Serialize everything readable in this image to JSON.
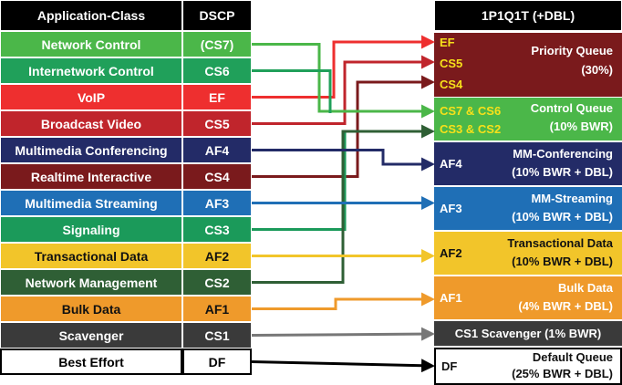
{
  "headers": {
    "app": "Application-Class",
    "dscp": "DSCP",
    "queue": "1P1Q1T (+DBL)"
  },
  "classes": [
    {
      "name": "Network Control",
      "dscp": "(CS7)",
      "color": "#4bb749"
    },
    {
      "name": "Internetwork Control",
      "dscp": "CS6",
      "color": "#20a05a"
    },
    {
      "name": "VoIP",
      "dscp": "EF",
      "color": "#ee2f2f"
    },
    {
      "name": "Broadcast Video",
      "dscp": "CS5",
      "color": "#c0252c"
    },
    {
      "name": "Multimedia Conferencing",
      "dscp": "AF4",
      "color": "#232b67"
    },
    {
      "name": "Realtime Interactive",
      "dscp": "CS4",
      "color": "#7a1a1c"
    },
    {
      "name": "Multimedia Streaming",
      "dscp": "AF3",
      "color": "#1f6fb6"
    },
    {
      "name": "Signaling",
      "dscp": "CS3",
      "color": "#1b9a5a"
    },
    {
      "name": "Transactional Data",
      "dscp": "AF2",
      "color": "#f2c52a"
    },
    {
      "name": "Network Management",
      "dscp": "CS2",
      "color": "#2f5f35"
    },
    {
      "name": "Bulk Data",
      "dscp": "AF1",
      "color": "#ef9a2b"
    },
    {
      "name": "Scavenger",
      "dscp": "CS1",
      "color": "#3a3a3a"
    },
    {
      "name": "Best Effort",
      "dscp": "DF",
      "color": "#ffffff"
    }
  ],
  "queues": {
    "priority": {
      "codes": [
        "EF",
        "CS5",
        "CS4"
      ],
      "title": "Priority Queue",
      "detail": "(30%)",
      "color": "#7a1a1c"
    },
    "control": {
      "codes": [
        "CS7 & CS6",
        "CS3 & CS2"
      ],
      "title": "Control Queue",
      "detail": "(10% BWR)",
      "color": "#4bb749"
    },
    "af4": {
      "code": "AF4",
      "title": "MM-Conferencing",
      "detail": "(10% BWR + DBL)",
      "color": "#232b67"
    },
    "af3": {
      "code": "AF3",
      "title": "MM-Streaming",
      "detail": "(10% BWR + DBL)",
      "color": "#1f6fb6"
    },
    "af2": {
      "code": "AF2",
      "title": "Transactional Data",
      "detail": "(10% BWR + DBL)",
      "color": "#f2c52a"
    },
    "af1": {
      "code": "AF1",
      "title": "Bulk Data",
      "detail": "(4% BWR + DBL)",
      "color": "#ef9a2b"
    },
    "scavenger": {
      "label": "CS1 Scavenger (1% BWR)",
      "color": "#3a3a3a"
    },
    "default": {
      "code": "DF",
      "title": "Default Queue",
      "detail": "(25% BWR + DBL)",
      "color": "#ffffff"
    }
  },
  "colors": {
    "code_yellow": "#f7e11a",
    "dark_text": "#111111",
    "header_bg": "#000000"
  }
}
